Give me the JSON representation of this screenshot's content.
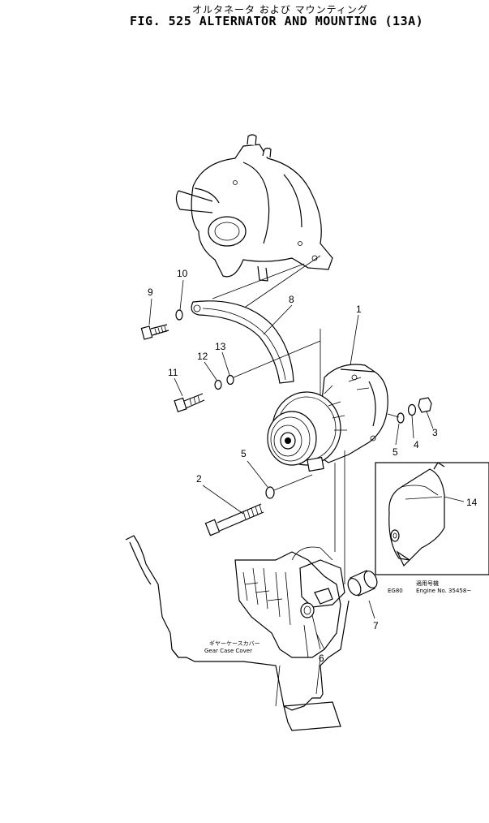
{
  "header": {
    "subtitle_jp": "オルタネータ および マウンティング",
    "title": "FIG. 525  ALTERNATOR AND MOUNTING (13A)"
  },
  "callouts": [
    "10",
    "9",
    "8",
    "1",
    "13",
    "12",
    "11",
    "5",
    "4",
    "3",
    "5",
    "2",
    "14",
    "7",
    "6"
  ],
  "inset": {
    "label_jp": "適用号機",
    "model": "EG80",
    "engine_no": "Engine No. 35458~"
  },
  "gear_case": {
    "label_jp": "ギヤーケースカバー",
    "label_en": "Gear Case Cover"
  }
}
